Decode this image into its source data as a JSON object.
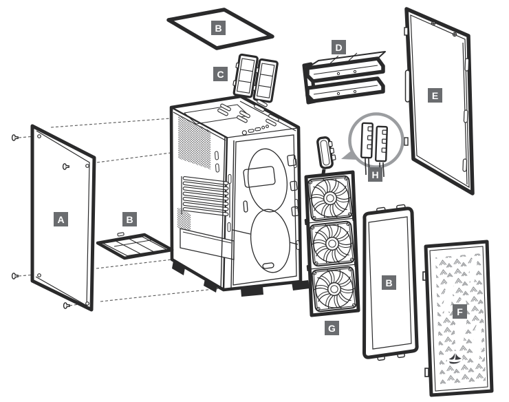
{
  "figure": {
    "kind": "exploded-view-diagram",
    "subject": "pc-case-assembly",
    "colors": {
      "background": "#ffffff",
      "ink": "#2a2a2b",
      "label_bg": "#6a6c6f",
      "label_text": "#ffffff",
      "callout_ring": "#9b9da0",
      "pattern_gray": "#8d8f92"
    },
    "callouts": [
      {
        "letter": "A",
        "part": "solid-side-panel"
      },
      {
        "letter": "B",
        "part": "top-dust-filter"
      },
      {
        "letter": "B",
        "part": "psu-dust-filter"
      },
      {
        "letter": "B",
        "part": "front-dust-filter"
      },
      {
        "letter": "C",
        "part": "ssd-tray-pair"
      },
      {
        "letter": "D",
        "part": "hdd-tray-stack"
      },
      {
        "letter": "E",
        "part": "glass-side-panel"
      },
      {
        "letter": "F",
        "part": "front-panel"
      },
      {
        "letter": "G",
        "part": "triple-fan-unit"
      },
      {
        "letter": "H",
        "part": "fan-connector-detail"
      }
    ]
  }
}
